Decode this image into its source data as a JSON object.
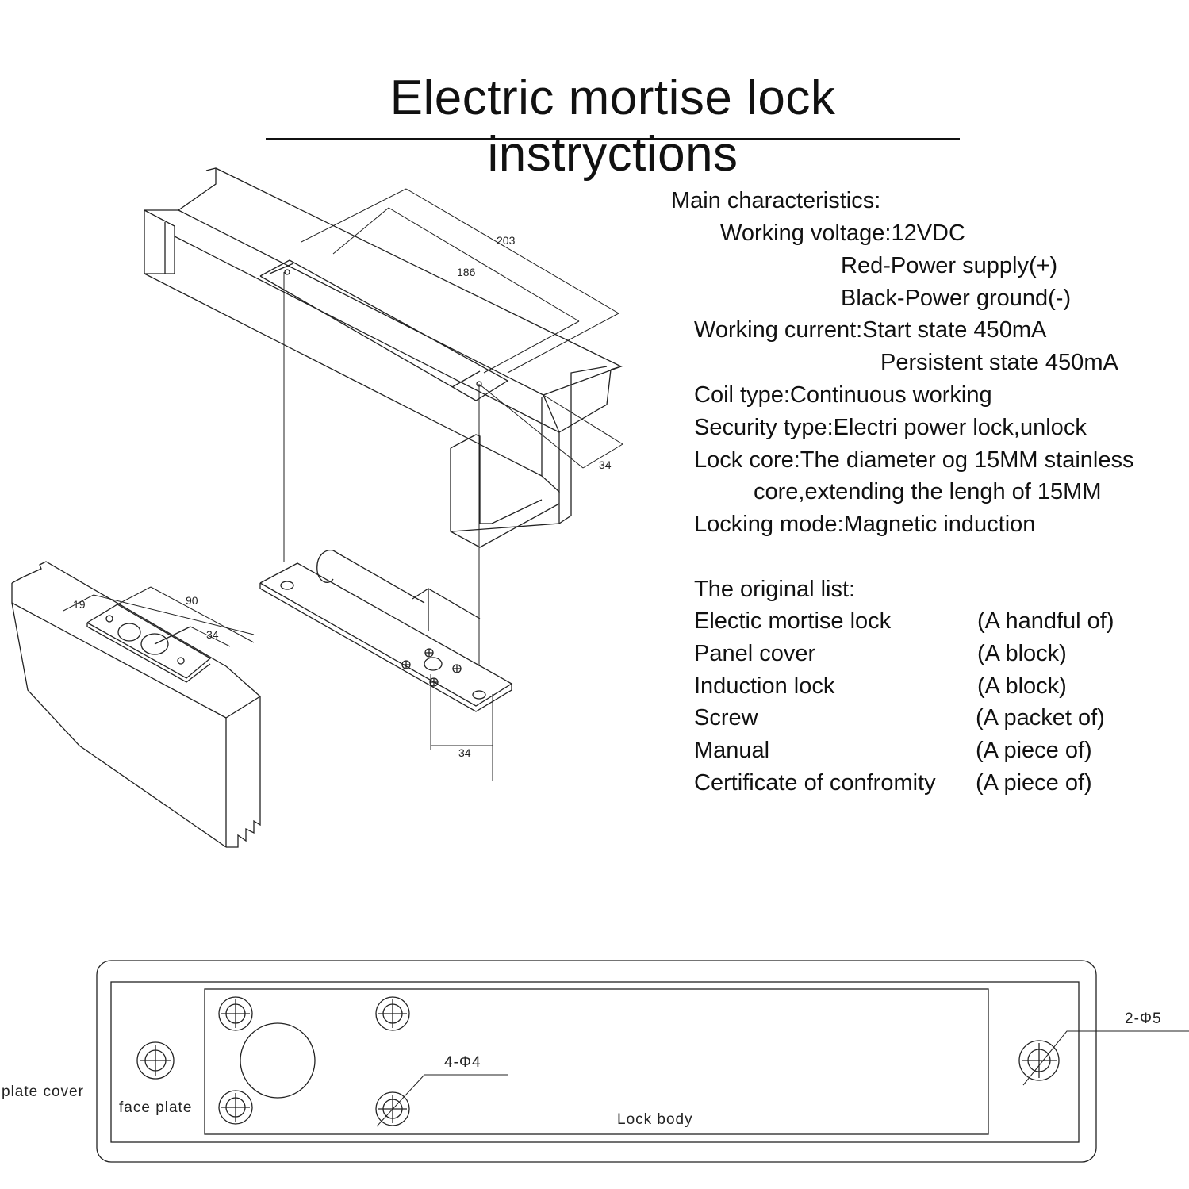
{
  "title": "Electric mortise lock instryctions",
  "characteristics": {
    "heading": "Main characteristics:",
    "lines": [
      "Working voltage:12VDC",
      "Red-Power supply(+)",
      "Black-Power ground(-)",
      "Working current:Start state 450mA",
      "Persistent state 450mA",
      "Coil type:Continuous working",
      "Security type:Electri power lock,unlock",
      "Lock core:The diameter og 15MM stainless",
      "core,extending the lengh of 15MM",
      "Locking mode:Magnetic induction"
    ]
  },
  "original_list": {
    "heading": "The original list:",
    "items": [
      {
        "name": "Electic mortise lock",
        "qty": "(A handful of)"
      },
      {
        "name": "Panel cover",
        "qty": "(A block)"
      },
      {
        "name": "Induction lock",
        "qty": "(A block)"
      },
      {
        "name": "Screw",
        "qty": "(A packet of)"
      },
      {
        "name": "Manual",
        "qty": "(A piece of)"
      },
      {
        "name": "Certificate of confromity",
        "qty": "(A piece of)"
      }
    ]
  },
  "drawing_dims": {
    "d203": "203",
    "d186": "186",
    "d34_frame": "34",
    "d19": "19",
    "d90": "90",
    "d34_plate": "34",
    "d34_lock": "34"
  },
  "plan_labels": {
    "plate_cover": "plate cover",
    "face_plate": "face plate",
    "lock_body": "Lock body",
    "holes_4": "4-Φ4",
    "holes_2": "2-Φ5"
  }
}
